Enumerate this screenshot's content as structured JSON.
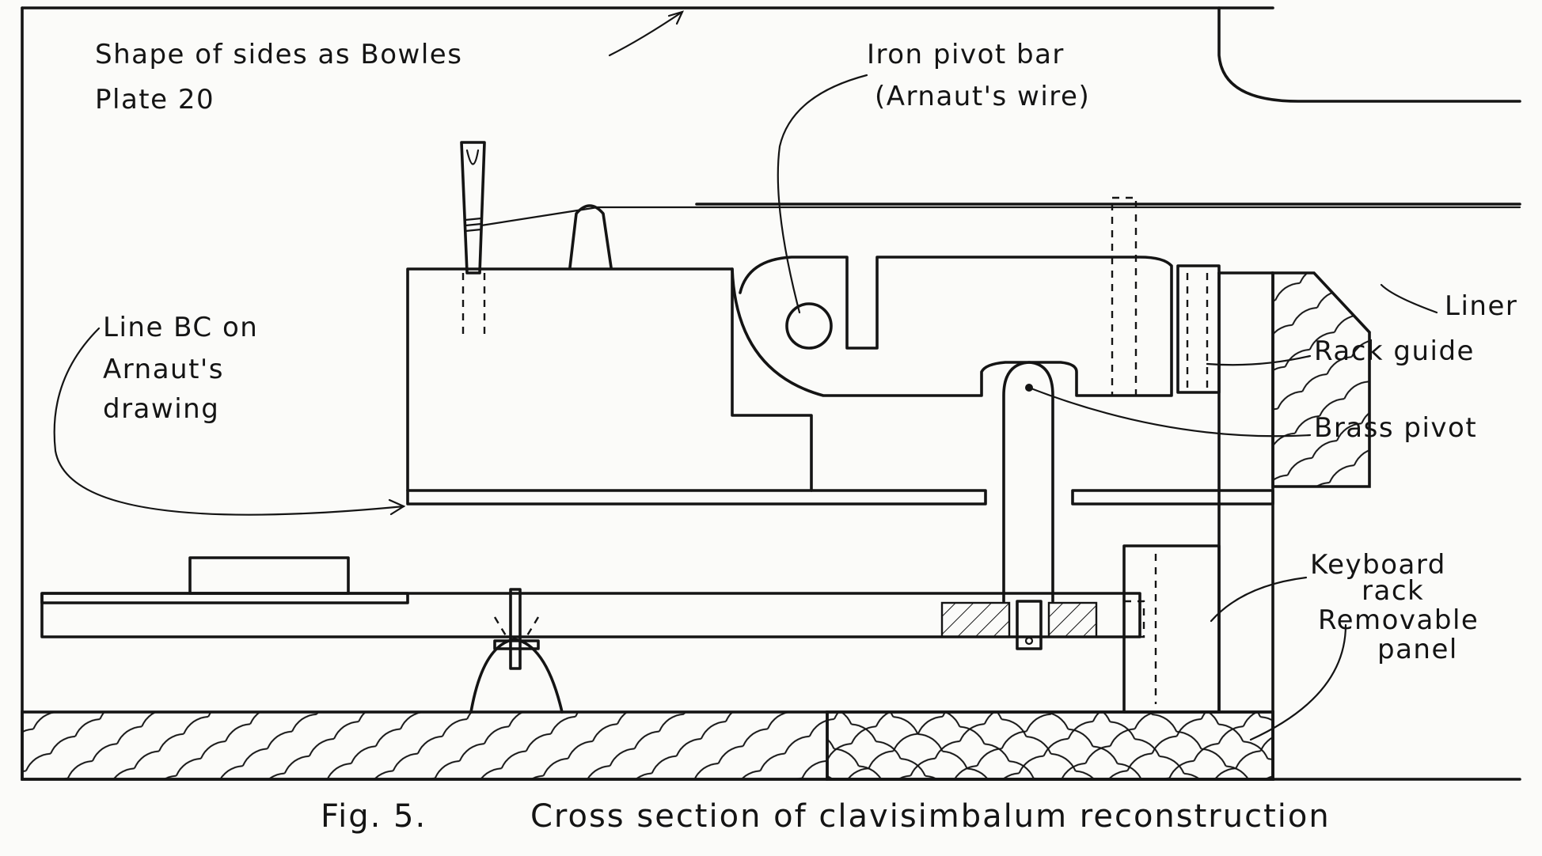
{
  "figure": {
    "caption_number": "Fig. 5.",
    "caption_title": "Cross section of clavisimbalum reconstruction"
  },
  "labels": {
    "shape_sides_line1": "Shape of sides as Bowles",
    "shape_sides_line2": "Plate 20",
    "iron_pivot_line1": "Iron pivot bar",
    "iron_pivot_line2": "(Arnaut's wire)",
    "line_bc_line1": "Line BC on",
    "line_bc_line2": "Arnaut's",
    "line_bc_line3": "drawing",
    "liner": "Liner",
    "rack_guide": "Rack guide",
    "brass_pivot": "Brass pivot",
    "keyboard_rack_line1": "Keyboard",
    "keyboard_rack_line2": "rack",
    "removable_panel_line1": "Removable",
    "removable_panel_line2": "panel"
  }
}
